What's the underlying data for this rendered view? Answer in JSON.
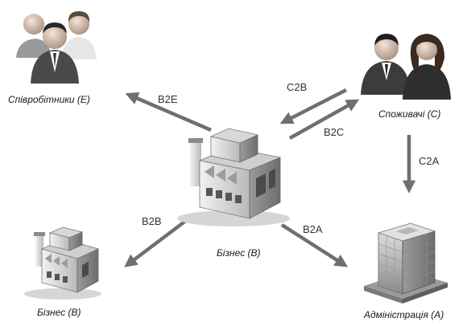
{
  "nodes": {
    "employees": {
      "label": "Співробітники (Е)",
      "icon": "people-group-icon"
    },
    "consumers": {
      "label": "Споживачі (С)",
      "icon": "consumers-couple-icon"
    },
    "business_center": {
      "label": "Бізнес (В)",
      "icon": "factory-icon"
    },
    "business_left": {
      "label": "Бізнес (В)",
      "icon": "factory-icon"
    },
    "administration": {
      "label": "Адміністрація (А)",
      "icon": "office-building-icon"
    }
  },
  "edges": {
    "b2e": {
      "label": "B2E"
    },
    "c2b": {
      "label": "C2B"
    },
    "b2c": {
      "label": "B2C"
    },
    "c2a": {
      "label": "C2A"
    },
    "b2b": {
      "label": "B2B"
    },
    "b2a": {
      "label": "B2A"
    }
  },
  "colors": {
    "arrow": "#6f6f6f",
    "text": "#1a1a1a"
  }
}
